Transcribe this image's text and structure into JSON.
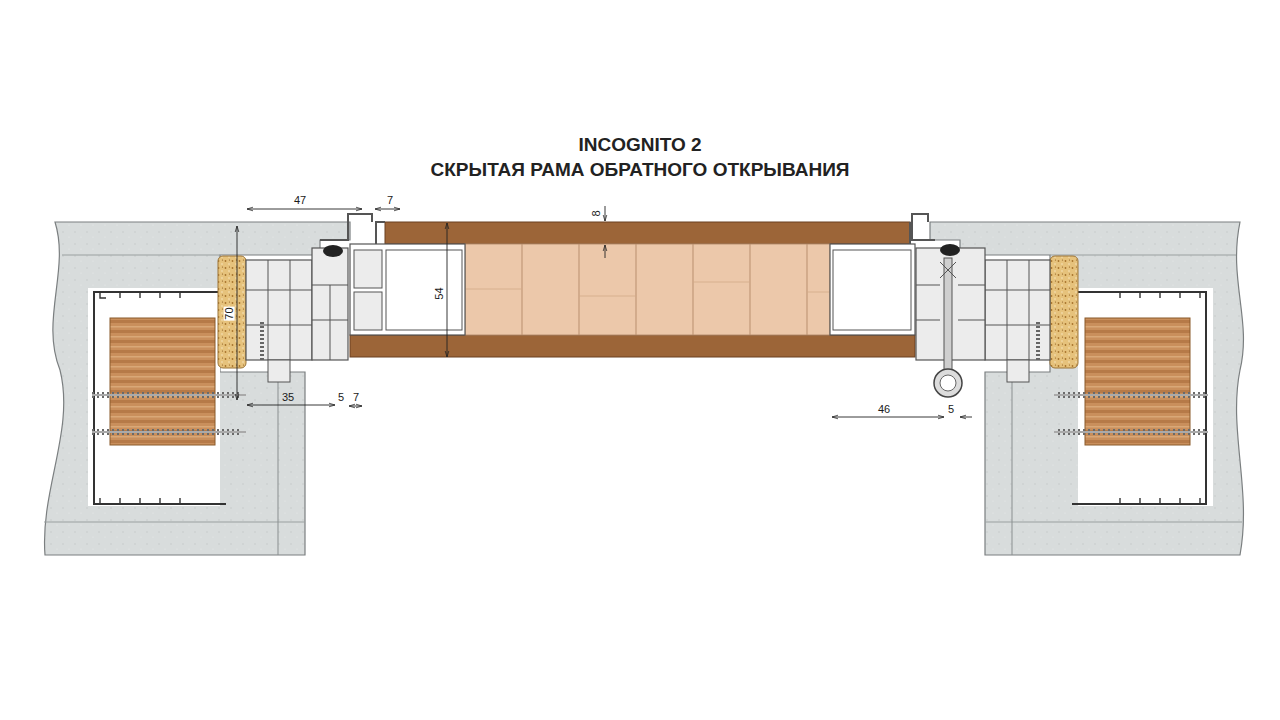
{
  "diagram": {
    "title": "INCOGNITO 2",
    "labels": [
      "СКРЫТАЯ РАМА ОБРАТНОГО ОТКРЫВАНИЯ",
      "47",
      "7",
      "8",
      "54",
      "70",
      "35",
      "5",
      "7",
      "46",
      "5"
    ]
  }
}
